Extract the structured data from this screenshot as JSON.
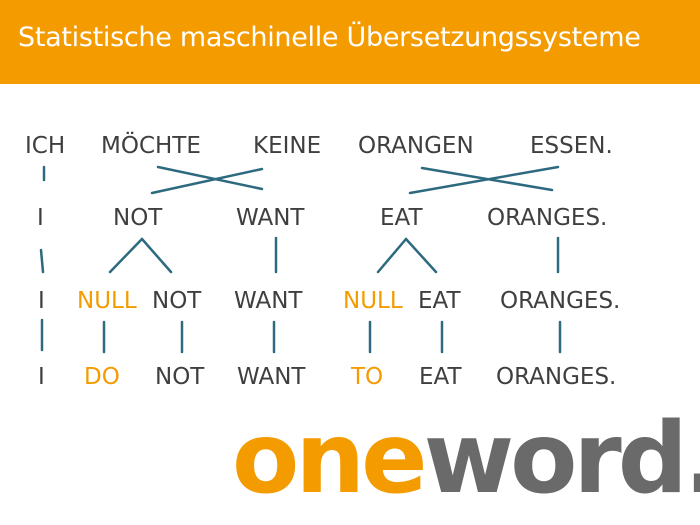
{
  "header": {
    "title": "Statistische maschinelle Übersetzungssysteme"
  },
  "rows": [
    {
      "words": [
        {
          "text": "ICH",
          "highlight": false
        },
        {
          "text": "MÖCHTE",
          "highlight": false
        },
        {
          "text": "KEINE",
          "highlight": false
        },
        {
          "text": "ORANGEN",
          "highlight": false
        },
        {
          "text": "ESSEN.",
          "highlight": false
        }
      ]
    },
    {
      "words": [
        {
          "text": "I",
          "highlight": false
        },
        {
          "text": "NOT",
          "highlight": false
        },
        {
          "text": "WANT",
          "highlight": false
        },
        {
          "text": "EAT",
          "highlight": false
        },
        {
          "text": "ORANGES.",
          "highlight": false
        }
      ]
    },
    {
      "words": [
        {
          "text": "I",
          "highlight": false
        },
        {
          "text": "NULL",
          "highlight": true
        },
        {
          "text": "NOT",
          "highlight": false
        },
        {
          "text": "WANT",
          "highlight": false
        },
        {
          "text": "NULL",
          "highlight": true
        },
        {
          "text": "EAT",
          "highlight": false
        },
        {
          "text": "ORANGES.",
          "highlight": false
        }
      ]
    },
    {
      "words": [
        {
          "text": "I",
          "highlight": false
        },
        {
          "text": "DO",
          "highlight": true
        },
        {
          "text": "NOT",
          "highlight": false
        },
        {
          "text": "WANT",
          "highlight": false
        },
        {
          "text": "TO",
          "highlight": true
        },
        {
          "text": "EAT",
          "highlight": false
        },
        {
          "text": "ORANGES.",
          "highlight": false
        }
      ]
    }
  ],
  "colors": {
    "accent": "#f49b00",
    "link": "#2d6a7f",
    "text": "#3f3f3f",
    "logo_grey": "#6b6a6a"
  },
  "logo": {
    "part1": "one",
    "part2": "word."
  }
}
